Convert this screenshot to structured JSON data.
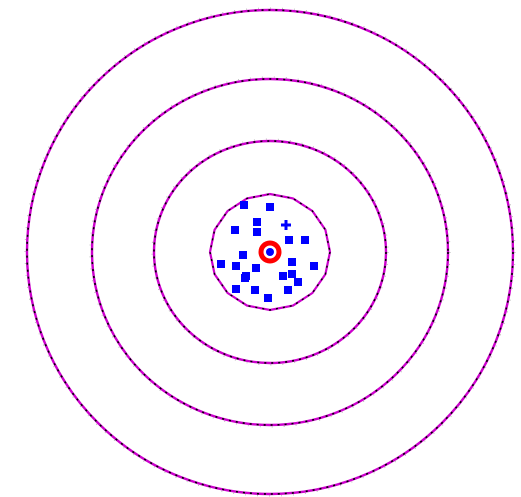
{
  "diagram": {
    "kind": "concentric-ring-model",
    "ring_count": 4,
    "outer_ring_count": 3,
    "colors": {
      "background": "#ffffff",
      "ring_primary": "#cc00cc",
      "ring_secondary": "#000000",
      "ring_accent": "#999999",
      "particle": "#0000ff",
      "center_outer": "#ff0000",
      "center_inner": "#0000ff"
    },
    "center_particle_count": 22
  }
}
